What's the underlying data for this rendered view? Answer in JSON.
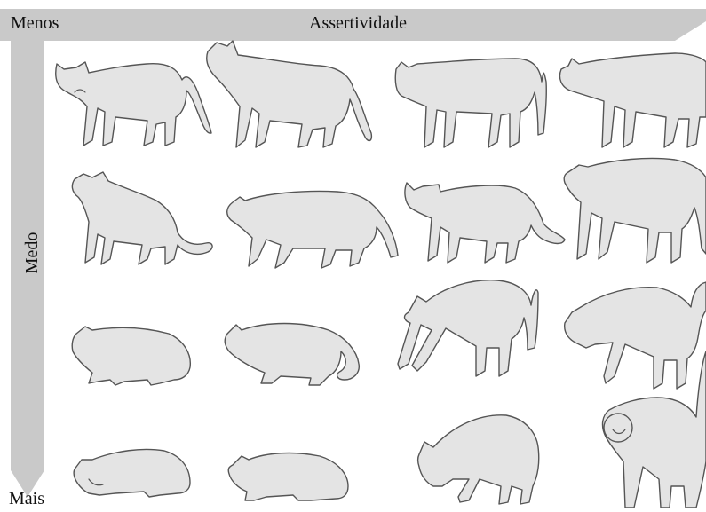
{
  "axes": {
    "horizontal_label": "Assertividade",
    "vertical_label": "Medo",
    "less_label": "Menos",
    "more_label": "Mais",
    "arrow_color": "#c9c9c9"
  },
  "cat_fill_color": "#e4e4e4",
  "cat_outline_color": "#555555",
  "grid": {
    "rows": 4,
    "columns": 4
  }
}
